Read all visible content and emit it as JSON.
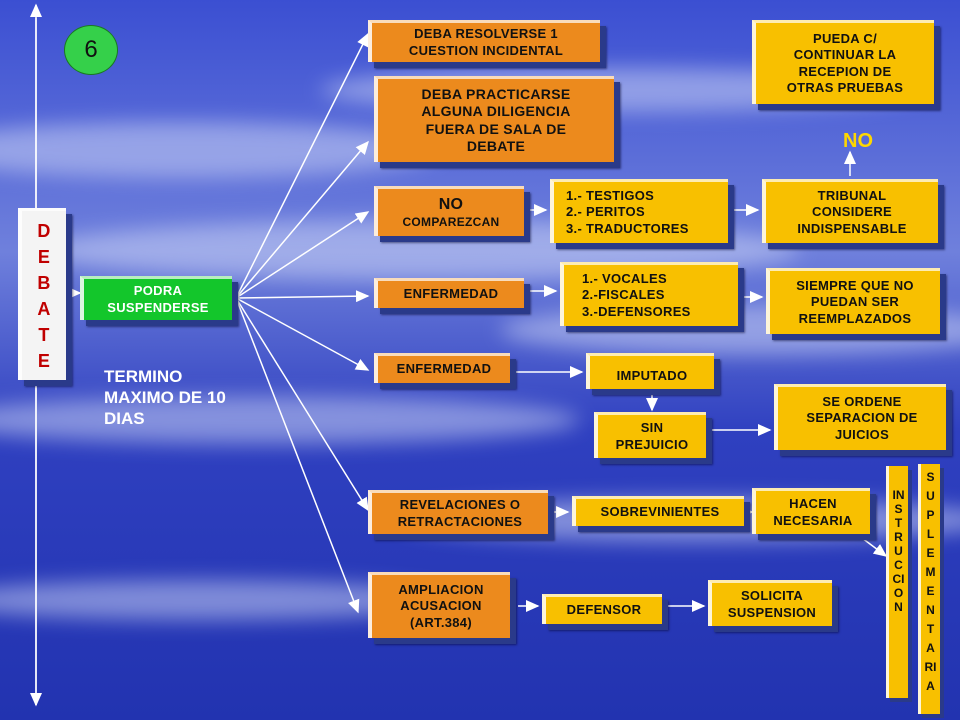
{
  "slide_number": "6",
  "debate": "DEBATE",
  "podra_suspenderse": "PODRA SUSPENDERSE",
  "termino": "TERMINO MAXIMO DE 10 DIAS",
  "causes": {
    "incidental": "DEBA RESOLVERSE 1 CUESTION INCIDENTAL",
    "diligencia": "DEBA PRACTICARSE ALGUNA DILIGENCIA FUERA DE SALA DE DEBATE",
    "no_comparezcan_title": "NO",
    "no_comparezcan": "COMPAREZCAN",
    "enfermedad_1": "ENFERMEDAD",
    "enfermedad_2": "ENFERMEDAD",
    "revelaciones": "REVELACIONES O RETRACTACIONES",
    "ampliacion": "AMPLIACION ACUSACION (ART.384)"
  },
  "details": {
    "testigos": "1.- TESTIGOS\n2.- PERITOS\n3.- TRADUCTORES",
    "tribunal": "TRIBUNAL CONSIDERE INDISPENSABLE",
    "no_label": "NO",
    "pueda": "PUEDA C/ CONTINUAR LA RECEPION DE OTRAS PRUEBAS",
    "vocales": "1.- VOCALES\n2.-FISCALES\n3.-DEFENSORES",
    "siempre": "SIEMPRE QUE NO PUEDAN SER REEMPLAZADOS",
    "imputado": "IMPUTADO",
    "sin_prejuicio": "SIN PREJUICIO",
    "separacion": "SE ORDENE SEPARACION DE JUICIOS",
    "sobrevinientes": "SOBREVINIENTES",
    "hacen": "HACEN NECESARIA",
    "instruccion": "INSTRUCCION",
    "suplementaria": "SUPLEMENTARIA",
    "defensor": "DEFENSOR",
    "solicita": "SOLICITA SUSPENSION"
  },
  "colors": {
    "orange": "#ec8a1d",
    "yellow": "#f8c000",
    "green": "#13c62b",
    "background": "#3a4fc8"
  }
}
